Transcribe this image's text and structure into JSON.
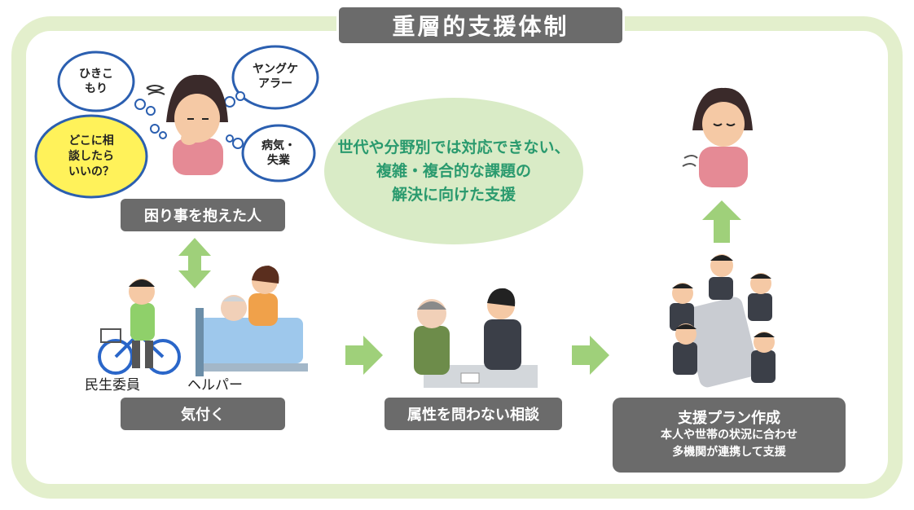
{
  "title": "重層的支援体制",
  "center_message": [
    "世代や分野別では対応できない、",
    "複雑・複合的な課題の",
    "解決に向けた支援"
  ],
  "worries": {
    "hikikomori": [
      "ひきこ",
      "もり"
    ],
    "young_carer": [
      "ヤングケ",
      "アラー"
    ],
    "where_to_consult": [
      "どこに相",
      "談したら",
      "いいの？"
    ],
    "illness_unemployment": [
      "病気・",
      "失業"
    ]
  },
  "labels": {
    "troubled_person": "困り事を抱えた人",
    "notice": "気付く",
    "consultation": "属性を問わない相談",
    "support_plan_title": "支援プラン作成",
    "support_plan_line1": "本人や世帯の状況に合わせ",
    "support_plan_line2": "多機関が連携して支援"
  },
  "people": {
    "welfare_commissioner": "民生委員",
    "helper": "ヘルパー"
  },
  "colors": {
    "frame": "#e3efcc",
    "label_bg": "#6b6b6b",
    "arrow": "#9fd07a",
    "ellipse": "#d9ebc6",
    "center_text": "#2a9a6e",
    "highlight_cloud": "#fff25a"
  }
}
